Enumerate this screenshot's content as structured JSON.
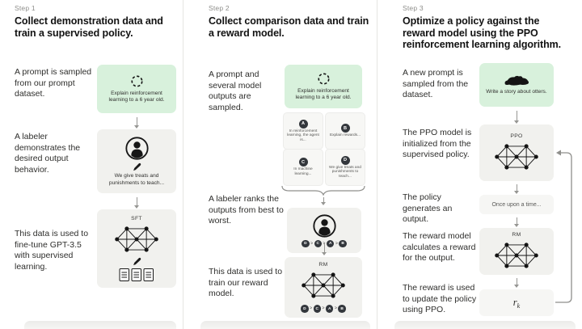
{
  "colors": {
    "green_box": "#d8f1dc",
    "gray_box": "#f1f1ee",
    "light_box": "#f6f6f4",
    "dark_circle": "#33373c"
  },
  "step1": {
    "step_label": "Step 1",
    "heading": "Collect demonstration data and train a supervised policy.",
    "caption_prompt": "A prompt is sampled from our prompt dataset.",
    "caption_labeler": "A labeler demonstrates the desired output behavior.",
    "caption_finetune": "This data is used to fine-tune GPT-3.5 with supervised learning.",
    "prompt_text": "Explain reinforcement learning to a 6 year old.",
    "labeler_text": "We give treats and punishments to teach...",
    "sft_label": "SFT"
  },
  "step2": {
    "step_label": "Step 2",
    "heading": "Collect comparison data and train a reward model.",
    "caption_prompt": "A prompt and several model outputs are sampled.",
    "caption_rank": "A labeler ranks the outputs from best to worst.",
    "caption_train": "This data is used to train our reward model.",
    "prompt_text": "Explain reinforcement learning to a 6 year old.",
    "outputs": [
      {
        "id": "A",
        "text": "In reinforcement learning, the agent is..."
      },
      {
        "id": "B",
        "text": "Explain rewards..."
      },
      {
        "id": "C",
        "text": "In machine learning..."
      },
      {
        "id": "D",
        "text": "We give treats and punishments to teach..."
      }
    ],
    "ranking": [
      "D",
      "C",
      "A",
      "B"
    ],
    "rank_separator": ">",
    "rm_label": "RM"
  },
  "step3": {
    "step_label": "Step 3",
    "heading": "Optimize a policy against the reward model using the PPO reinforcement learning algorithm.",
    "caption_prompt": "A new prompt is sampled from the dataset.",
    "caption_ppo": "The PPO model is initialized from the supervised policy.",
    "caption_output": "The policy generates an output.",
    "caption_reward": "The reward model calculates a reward for the output.",
    "caption_update": "The reward is used to update the policy using PPO.",
    "prompt_text": "Write a story about otters.",
    "ppo_label": "PPO",
    "output_text": "Once upon a time...",
    "rm_label": "RM",
    "reward_symbol": "r",
    "reward_subscript": "k"
  }
}
